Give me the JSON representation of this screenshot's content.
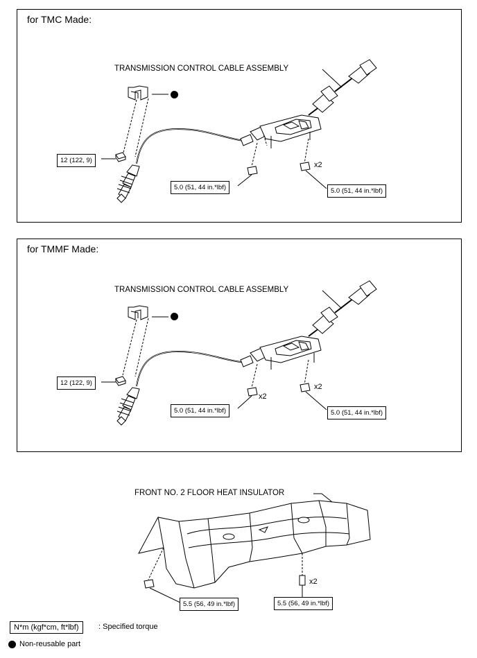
{
  "panels": [
    {
      "title": "for TMC Made:",
      "assembly_label": "TRANSMISSION CONTROL CABLE ASSEMBLY",
      "torque_left": "12 (122, 9)",
      "torque_mid": "5.0 (51, 44 in.*lbf)",
      "torque_right": "5.0 (51, 44 in.*lbf)",
      "mult_right": "x2"
    },
    {
      "title": "for TMMF Made:",
      "assembly_label": "TRANSMISSION CONTROL CABLE ASSEMBLY",
      "torque_left": "12 (122, 9)",
      "torque_mid": "5.0 (51, 44 in.*lbf)",
      "torque_right": "5.0 (51, 44 in.*lbf)",
      "mult_mid": "x2",
      "mult_right": "x2"
    }
  ],
  "insulator": {
    "label": "FRONT NO. 2 FLOOR HEAT INSULATOR",
    "torque_left": "5.5 (56, 49 in.*lbf)",
    "torque_right": "5.5 (56, 49 in.*lbf)",
    "mult_right": "x2"
  },
  "legend": {
    "torque_unit": "N*m (kgf*cm, ft*lbf)",
    "torque_desc": ": Specified torque",
    "nonreusable_desc": "Non-reusable part"
  }
}
